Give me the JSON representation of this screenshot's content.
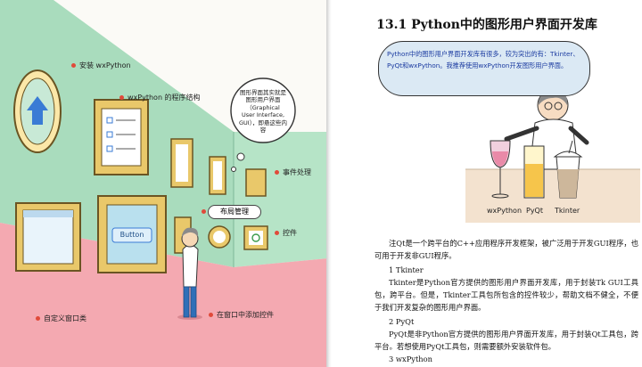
{
  "left_page": {
    "callouts": [
      {
        "label": "安装 wxPython"
      },
      {
        "label": "wxPython 的程序结构"
      },
      {
        "label": "事件处理"
      },
      {
        "label": "控件"
      },
      {
        "label": "自定义窗口类"
      },
      {
        "label": "在窗口中添加控件"
      }
    ],
    "layout_pill": "布局管理",
    "speech_bubble": "图形界面其实就是图形用户界面（Graphical User Interface, GUI），即悬这些内容",
    "frame_button_text": "Button"
  },
  "right_page": {
    "section_title": "13.1 Python中的图形用户界面开发库",
    "speech_text": "Python中的图形用户界面开发库有很多，较为突出的有：Tkinter、PyQt和wxPython。我推荐使用wxPython开发图形用户界面。",
    "glass_labels": [
      "wxPython",
      "PyQt",
      "Tkinter"
    ],
    "paragraphs": [
      {
        "text": "注Qt是一个跨平台的C++应用程序开发框架，被广泛用于开发GUI程序，也可用于开发非GUI程序。",
        "indent": true
      },
      {
        "text": "1 Tkinter",
        "indent": true
      },
      {
        "text": "Tkinter是Python官方提供的图形用户界面开发库，用于封装Tk GUI工具包，跨平台。但是，Tkinter工具包所包含的控件较少，帮助文档不健全，不便于我们开发复杂的图形用户界面。",
        "indent": true
      },
      {
        "text": "2 PyQt",
        "indent": true
      },
      {
        "text": "PyQt是非Python官方提供的图形用户界面开发库，用于封装Qt工具包，跨平台。若想使用PyQt工具包，则需要额外安装软件包。",
        "indent": true
      },
      {
        "text": "3 wxPython",
        "indent": true
      }
    ]
  }
}
